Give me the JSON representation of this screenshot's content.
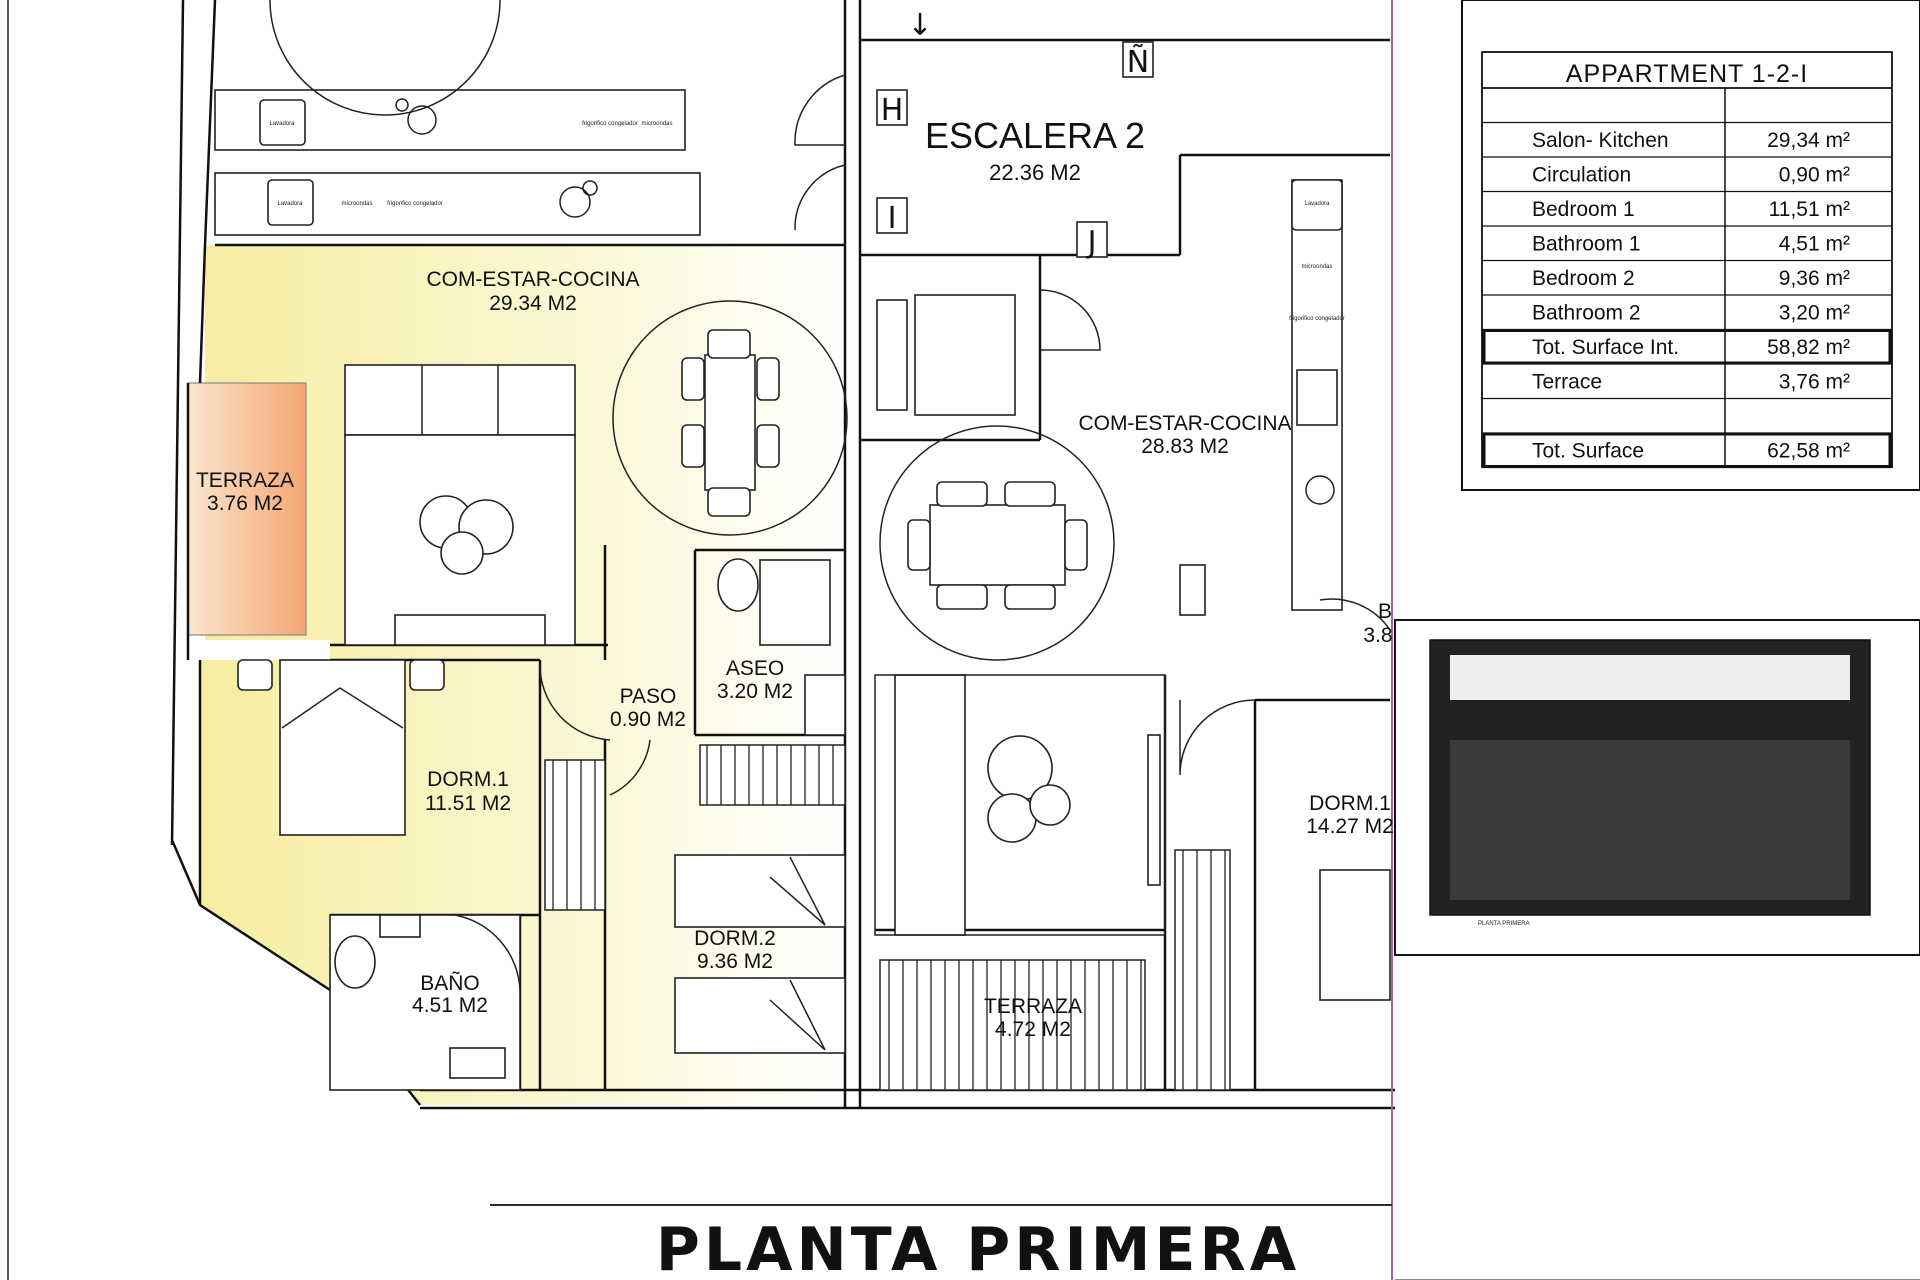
{
  "plan": {
    "title": "PLANTA PRIMERA",
    "colors": {
      "highlight_yellow": "#f7f3b6",
      "terrace_orange": "#f3b07c",
      "line": "#111111"
    },
    "rooms": [
      {
        "id": "com-estar-cocina-1",
        "name": "COM-ESTAR-COCINA",
        "area": "29.34 M2"
      },
      {
        "id": "terraza-1",
        "name": "TERRAZA",
        "area": "3.76 M2"
      },
      {
        "id": "dorm-1",
        "name": "DORM.1",
        "area": "11.51 M2"
      },
      {
        "id": "bano",
        "name": "BAÑO",
        "area": "4.51 M2"
      },
      {
        "id": "paso",
        "name": "PASO",
        "area": "0.90 M2"
      },
      {
        "id": "aseo",
        "name": "ASEO",
        "area": "3.20 M2"
      },
      {
        "id": "dorm-2",
        "name": "DORM.2",
        "area": "9.36 M2"
      },
      {
        "id": "escalera-2",
        "name": "ESCALERA 2",
        "area": "22.36 M2"
      },
      {
        "id": "com-estar-cocina-2",
        "name": "COM-ESTAR-COCINA",
        "area": "28.83 M2"
      },
      {
        "id": "terraza-2",
        "name": "TERRAZA",
        "area": "4.72 M2"
      },
      {
        "id": "dorm-1-b",
        "name": "DORM.1",
        "area": "14.27 M2"
      },
      {
        "id": "partial-room",
        "name": "B",
        "area": "3.8"
      }
    ],
    "markers": [
      "Ñ",
      "H",
      "I",
      "J"
    ],
    "appliances": {
      "washer": "Lavadora",
      "microwave": "microondas",
      "fridge": "frigorifico congelador"
    }
  },
  "summary": {
    "title": "APPARTMENT 1-2-I",
    "rows": [
      {
        "label": "",
        "value": ""
      },
      {
        "label": "Salon- Kitchen",
        "value": "29,34 m²"
      },
      {
        "label": "Circulation",
        "value": "0,90 m²"
      },
      {
        "label": "Bedroom 1",
        "value": "11,51 m²"
      },
      {
        "label": "Bathroom 1",
        "value": "4,51 m²"
      },
      {
        "label": "Bedroom 2",
        "value": "9,36 m²"
      },
      {
        "label": "Bathroom 2",
        "value": "3,20 m²"
      },
      {
        "label": "Tot. Surface Int.",
        "value": "58,82 m²",
        "boxed": true
      },
      {
        "label": "Terrace",
        "value": "3,76 m²"
      },
      {
        "label": "",
        "value": ""
      },
      {
        "label": "Tot. Surface",
        "value": "62,58 m²",
        "boxed": true
      }
    ]
  },
  "key_plan": {
    "label": "PLANTA PRIMERA"
  }
}
